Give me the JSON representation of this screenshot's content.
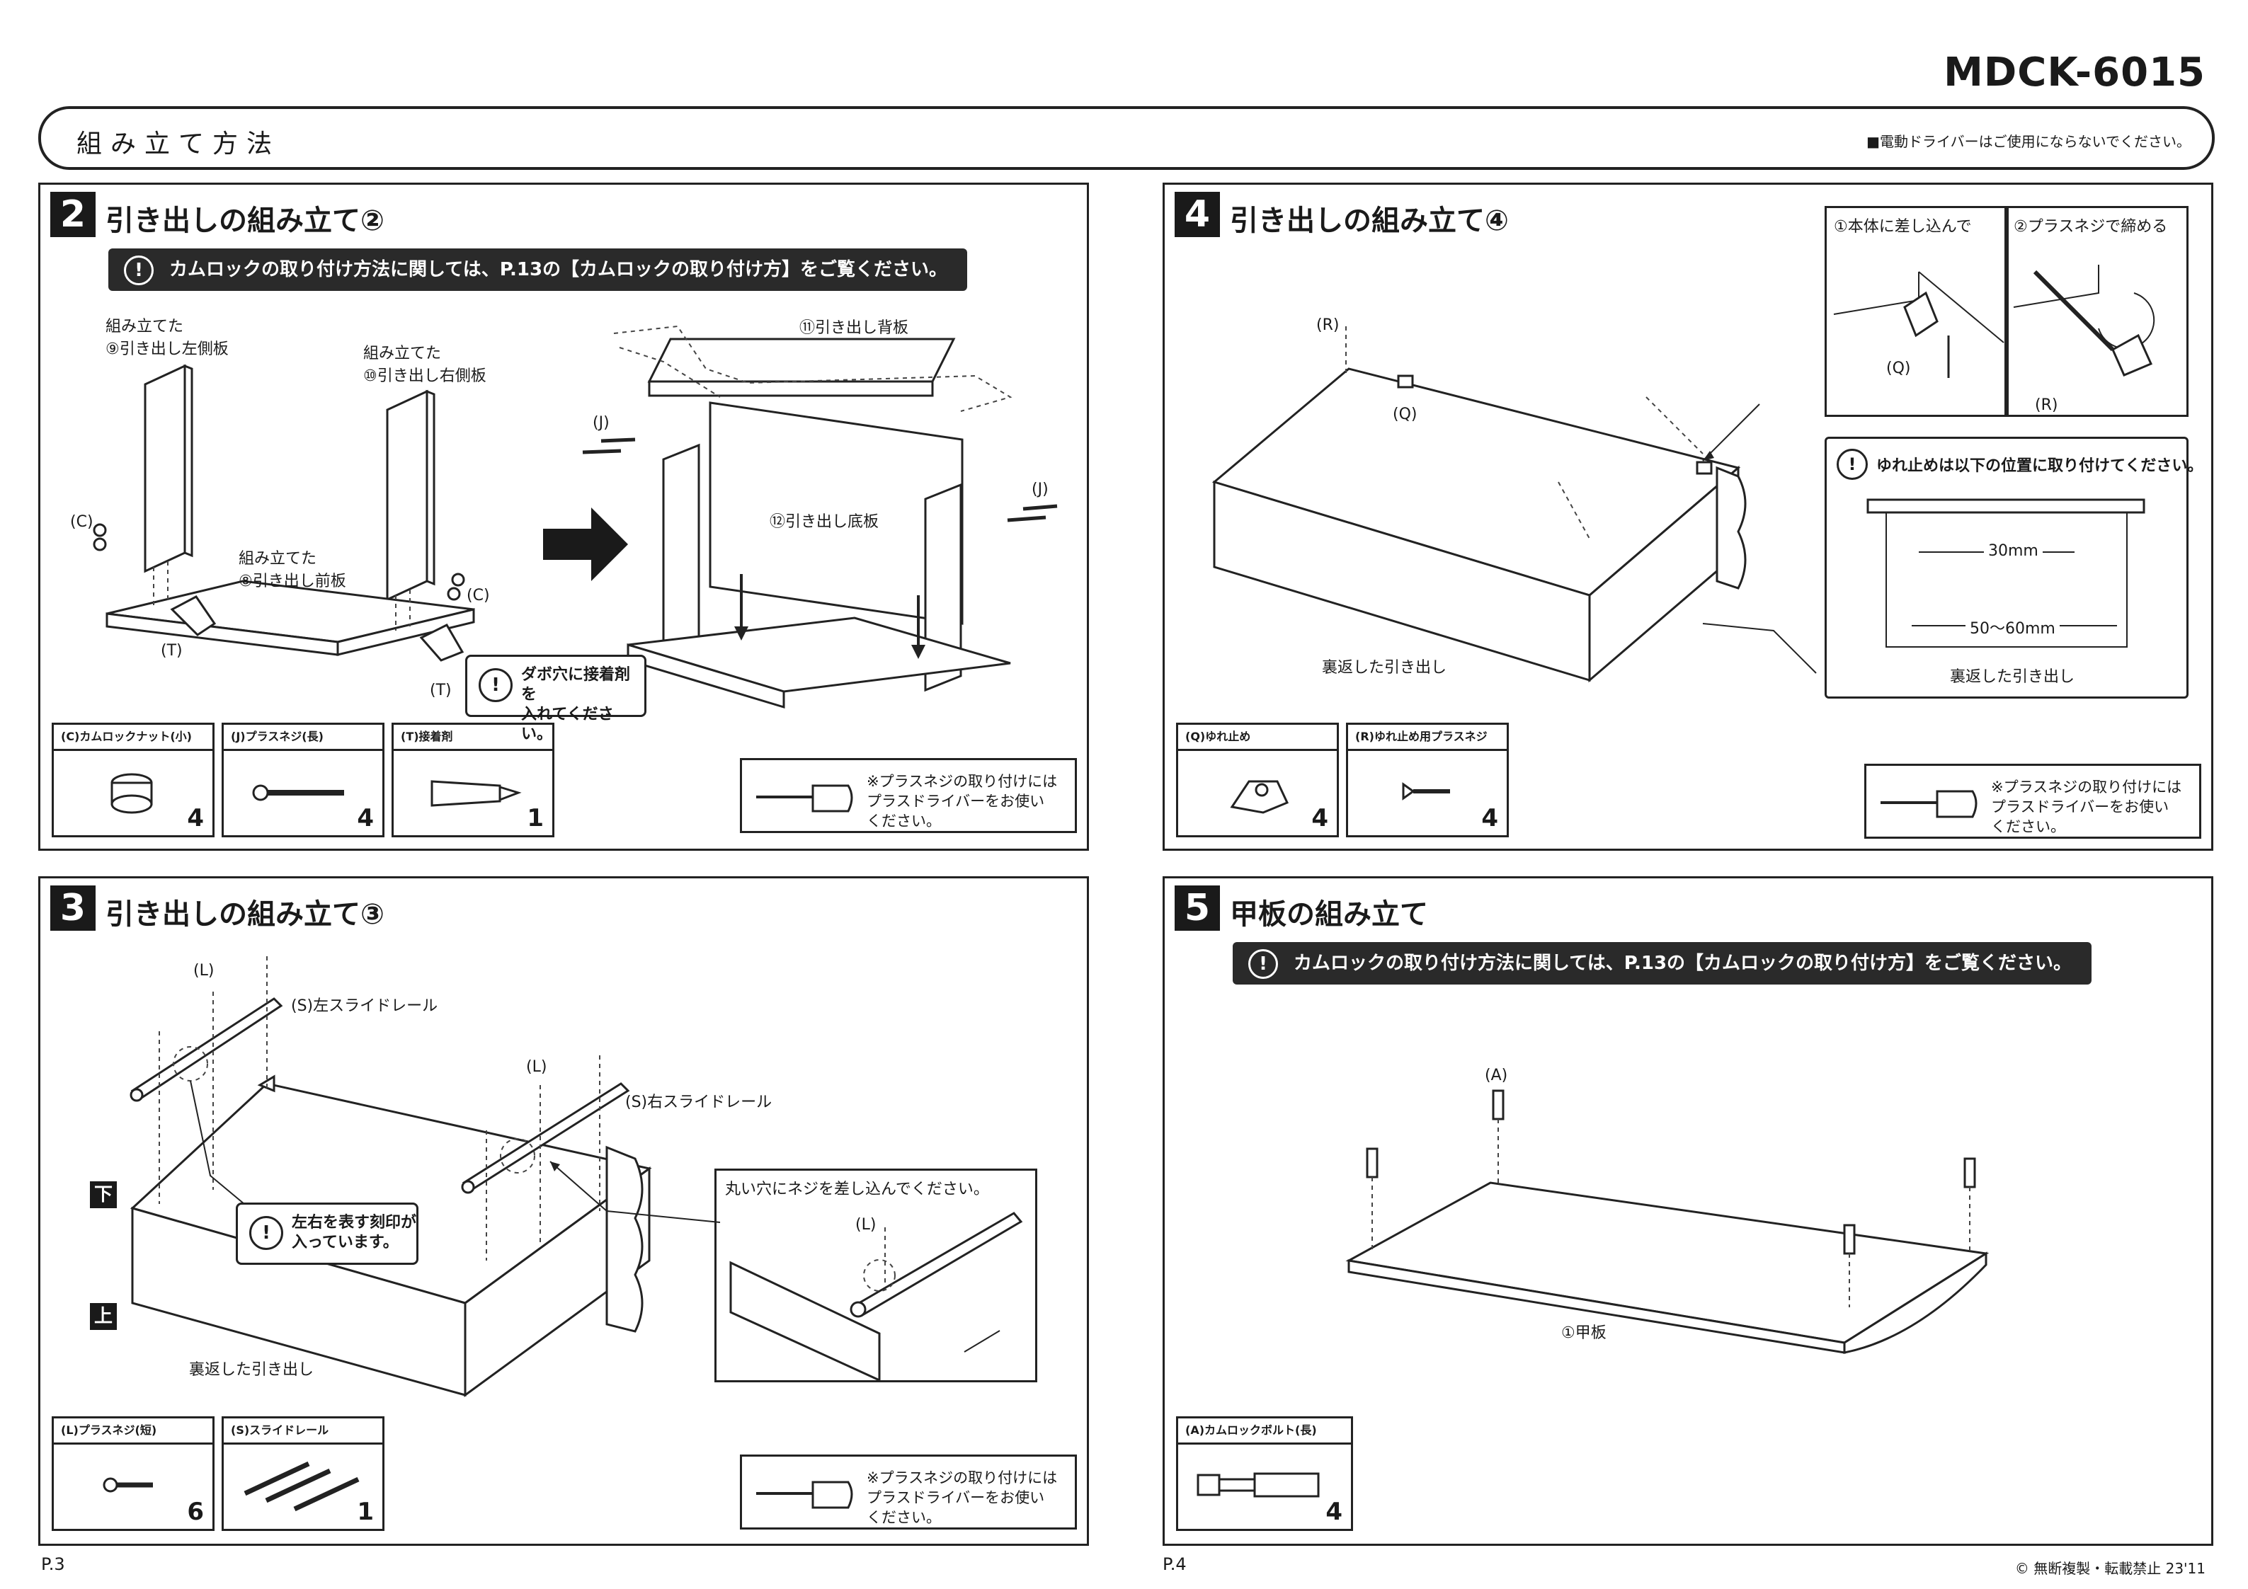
{
  "header": {
    "model": "MDCK-6015",
    "title": "組み立て方法",
    "note": "■電動ドライバーはご使用にならないでください。"
  },
  "notice_camlock": "カムロックの取り付け方法に関しては、P.13の【カムロックの取り付け方】をご覧ください。",
  "tip_screw": "※プラスネジの取り付けには\nプラスドライバーをお使い\nください。",
  "step2": {
    "num": "2",
    "title": "引き出しの組み立て②",
    "labels": {
      "left_side": "組み立てた\n⑨引き出し左側板",
      "right_side": "組み立てた\n⑩引き出し右側板",
      "front": "組み立てた\n⑧引き出し前板",
      "back": "⑪引き出し背板",
      "bottom": "⑫引き出し底板",
      "c1": "(C)",
      "c2": "(C)",
      "t1": "(T)",
      "t2": "(T)",
      "j1": "(J)",
      "j2": "(J)"
    },
    "glue_note": "ダボ穴に接着剤を\n入れてください。",
    "parts": [
      {
        "name": "(C)カムロックナット(小)",
        "qty": "4"
      },
      {
        "name": "(J)プラスネジ(長)",
        "qty": "4"
      },
      {
        "name": "(T)接着剤",
        "qty": "1"
      }
    ]
  },
  "step3": {
    "num": "3",
    "title": "引き出しの組み立て③",
    "labels": {
      "l1": "(L)",
      "l2": "(L)",
      "l3": "(L)",
      "left_rail": "(S)左スライドレール",
      "right_rail": "(S)右スライドレール",
      "down": "下",
      "up": "上",
      "drawer": "裏返した引き出し"
    },
    "mark_note": "左右を表す刻印が\n入っています。",
    "detail_title": "丸い穴にネジを差し込んでください。",
    "parts": [
      {
        "name": "(L)プラスネジ(短)",
        "qty": "6"
      },
      {
        "name": "(S)スライドレール",
        "qty": "1"
      }
    ]
  },
  "step4": {
    "num": "4",
    "title": "引き出しの組み立て④",
    "labels": {
      "r1": "(R)",
      "q1": "(Q)",
      "drawer": "裏返した引き出し",
      "insert": "①本体に差し込んで",
      "tighten": "②プラスネジで締める",
      "q2": "(Q)",
      "r2": "(R)",
      "drawer2": "裏返した引き出し",
      "d30": "30mm",
      "d5060": "50〜60mm"
    },
    "position_note": "ゆれ止めは以下の位置に取り付けてください。",
    "parts": [
      {
        "name": "(Q)ゆれ止め",
        "qty": "4"
      },
      {
        "name": "(R)ゆれ止め用プラスネジ",
        "qty": "4"
      }
    ]
  },
  "step5": {
    "num": "5",
    "title": "甲板の組み立て",
    "labels": {
      "a": "(A)",
      "top": "①甲板"
    },
    "parts": [
      {
        "name": "(A)カムロックボルト(長)",
        "qty": "4"
      }
    ]
  },
  "footer": {
    "page_left": "P.3",
    "page_right": "P.4",
    "copyright": "© 無断複製・転載禁止 23'11"
  }
}
